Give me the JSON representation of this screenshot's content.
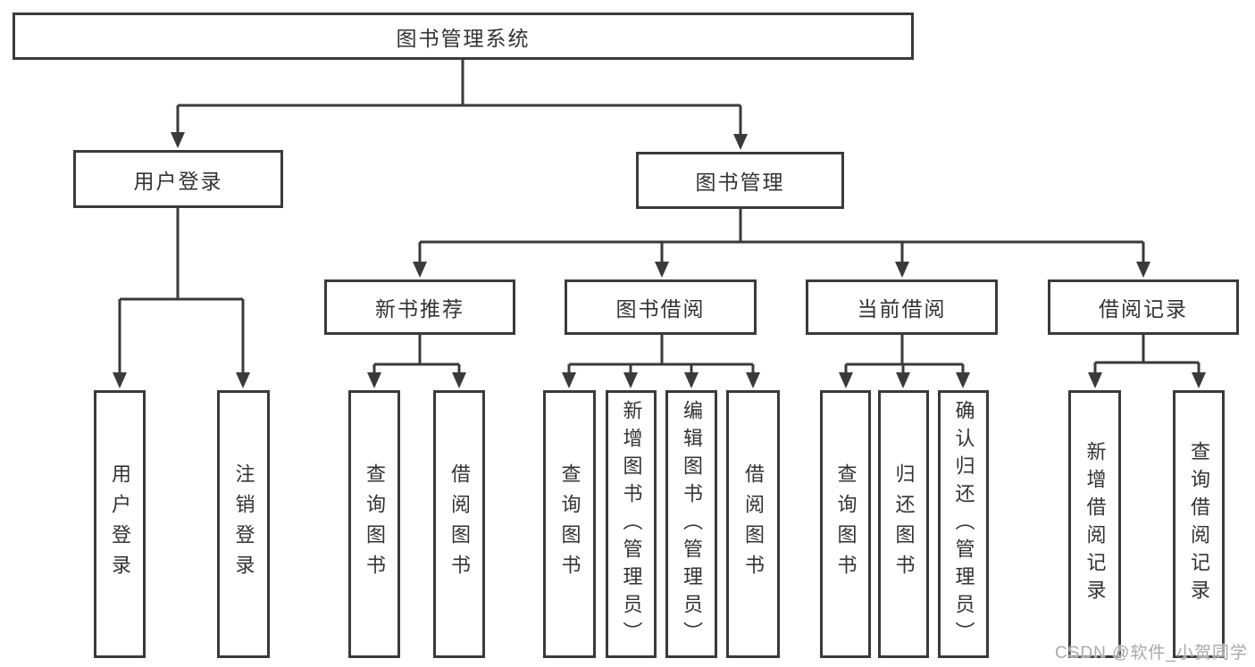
{
  "diagram_title": "图书管理系统",
  "watermark": "CSDN @软件_小贺同学",
  "colors": {
    "line": "#3a3a3a",
    "text": "#333333",
    "box_background": "#ffffff",
    "watermark": "#a9a9a9",
    "page_background": "#ffffff"
  },
  "tree": {
    "label": "图书管理系统",
    "children": [
      {
        "label": "用户登录",
        "children": [
          {
            "label": "用户登录"
          },
          {
            "label": "注销登录"
          }
        ]
      },
      {
        "label": "图书管理",
        "children": [
          {
            "label": "新书推荐",
            "children": [
              {
                "label": "查询图书"
              },
              {
                "label": "借阅图书"
              }
            ]
          },
          {
            "label": "图书借阅",
            "children": [
              {
                "label": "查询图书"
              },
              {
                "label": "新增图书（管理员）"
              },
              {
                "label": "编辑图书（管理员）"
              },
              {
                "label": "借阅图书"
              }
            ]
          },
          {
            "label": "当前借阅",
            "children": [
              {
                "label": "查询图书"
              },
              {
                "label": "归还图书"
              },
              {
                "label": "确认归还（管理员）"
              }
            ]
          },
          {
            "label": "借阅记录",
            "children": [
              {
                "label": "新增借阅记录"
              },
              {
                "label": "查询借阅记录"
              }
            ]
          }
        ]
      }
    ]
  }
}
